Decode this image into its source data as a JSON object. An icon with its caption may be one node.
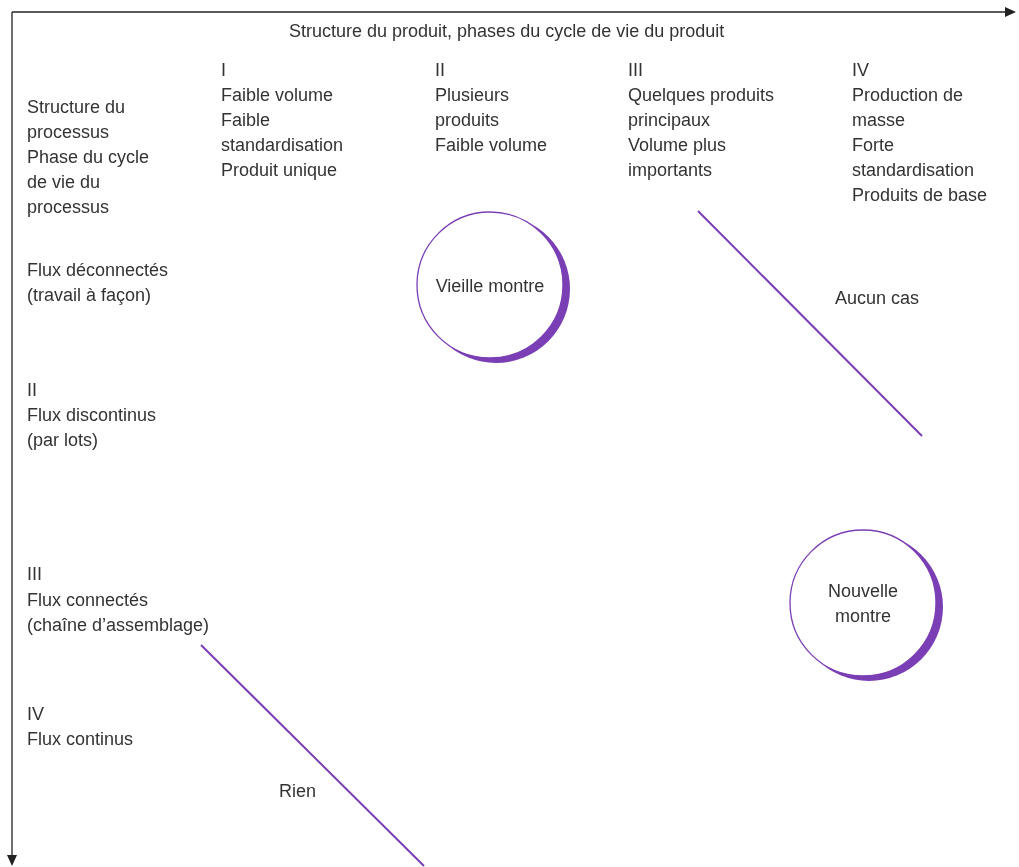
{
  "diagram": {
    "nodes": [
      {
        "text": [
          "Vieille montre"
        ]
      },
      {
        "text": [
          "Nouvelle montre"
        ]
      }
    ],
    "labels": [
      "Structure du produit, phases du cycle de vie du produit",
      "I",
      "Faible volume",
      "Faible standardisation",
      "Produit unique",
      "II",
      "Plusieurs produits",
      "Faible volume",
      "III",
      "Quelques produits principaux",
      "Volume plus importants",
      "IV",
      "Production de masse",
      "Forte standardisation",
      "Produits de base",
      "Structure du processus",
      "Phase du cycle de vie du processus",
      "Flux déconnectés",
      "(travail à façon)",
      "II",
      "Flux discontinus",
      "(par lots)",
      "III",
      "Flux connectés",
      "(chaîne d’assemblage)",
      "IV",
      "Flux continus",
      "Aucun cas",
      "Rien"
    ]
  }
}
